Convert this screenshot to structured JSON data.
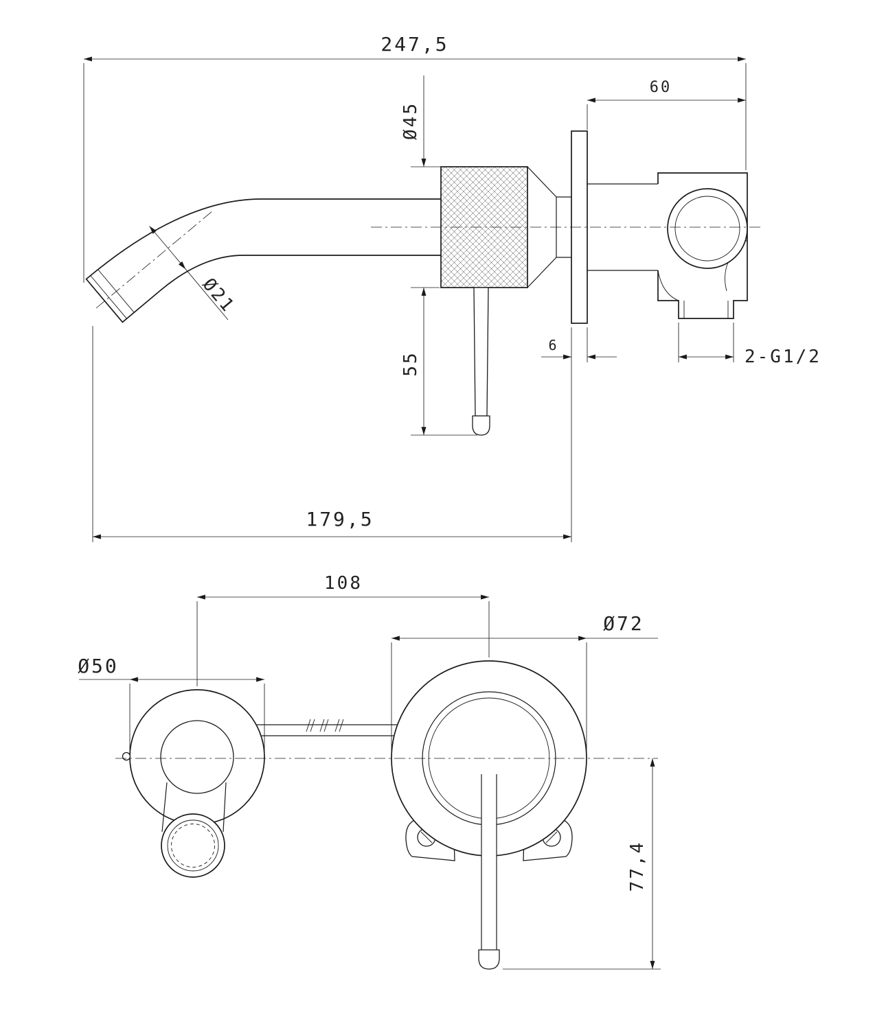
{
  "page": {
    "background": "#ffffff",
    "line_color": "#1a1a1a",
    "kind": "technical dimension drawing of wall-mounted basin mixer tap"
  },
  "side_view": {
    "dim_overall_width": "247,5",
    "dim_body_depth": "60",
    "dim_trim_sleeve_diameter": "Ø45",
    "dim_spout_diameter": "Ø21",
    "dim_handle_length": "55",
    "dim_wall_plate_thickness": "6",
    "dim_inlet_thread": "2-G1/2",
    "dim_spout_reach": "179,5"
  },
  "front_view": {
    "dim_centre_distance": "108",
    "dim_mixer_escutcheon_diameter": "Ø72",
    "dim_spout_escutcheon_diameter": "Ø50",
    "dim_handle_drop": "77,4"
  }
}
